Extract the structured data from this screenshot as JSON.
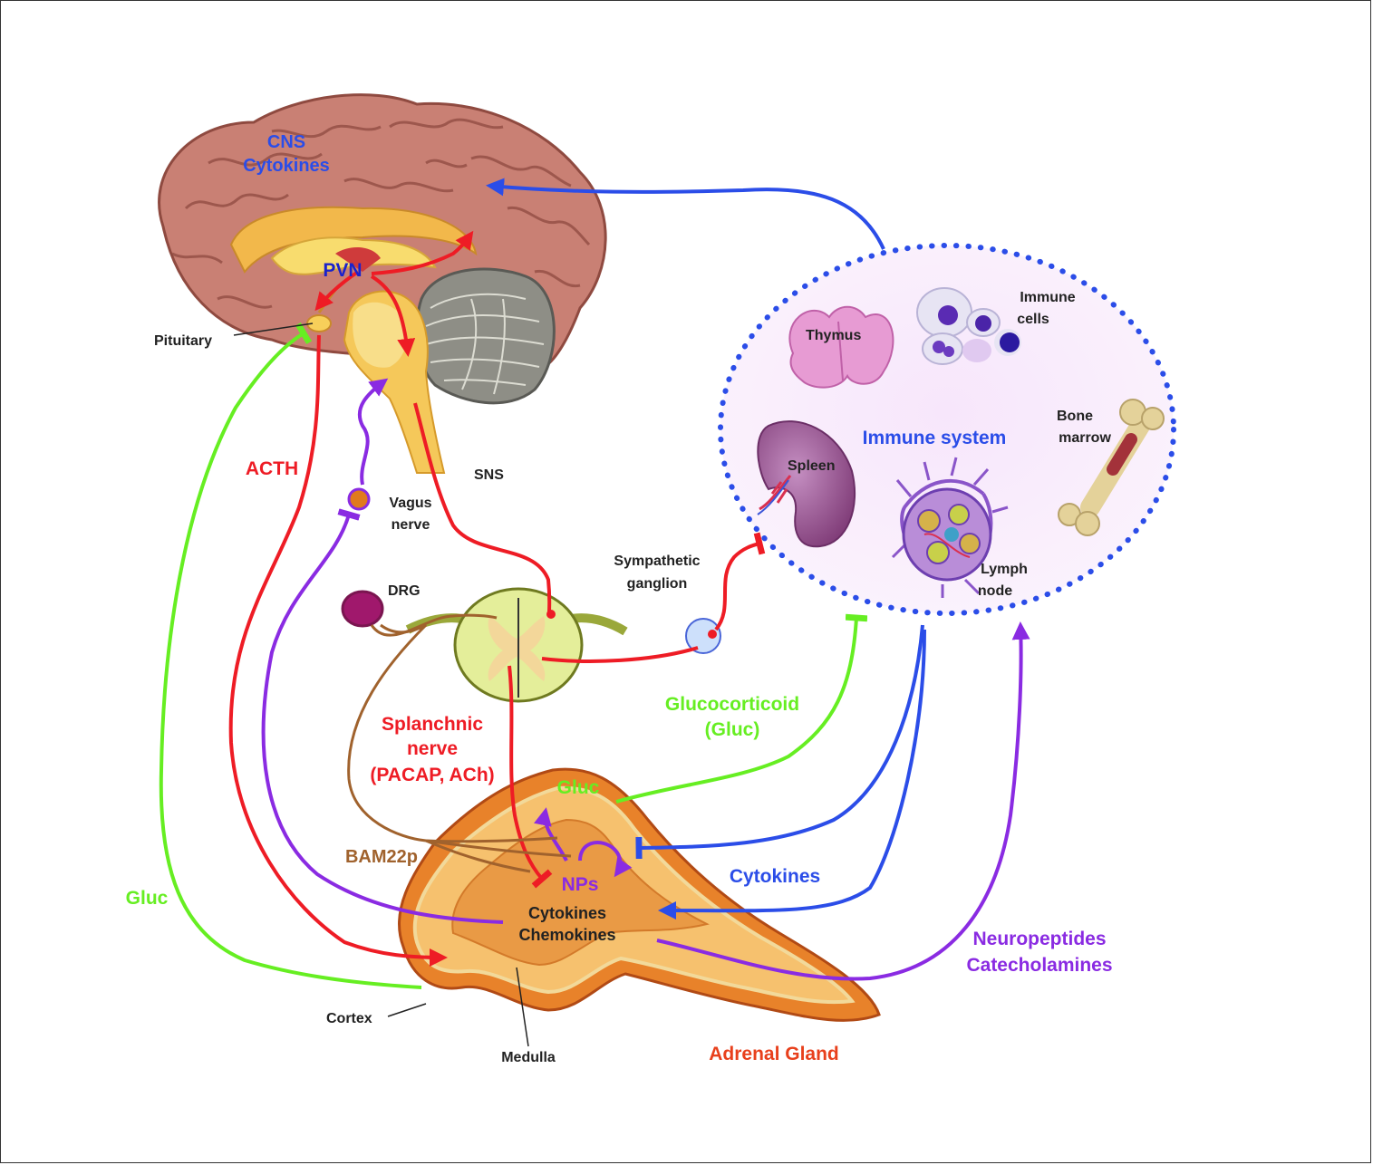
{
  "labels": {
    "cns": "CNS",
    "cytokines_cns": "Cytokines",
    "pvn": "PVN",
    "pituitary": "Pituitary",
    "sns": "SNS",
    "acth": "ACTH",
    "vagus_1": "Vagus",
    "vagus_2": "nerve",
    "drg": "DRG",
    "sympathetic_1": "Sympathetic",
    "sympathetic_2": "ganglion",
    "splanchnic_1": "Splanchnic",
    "splanchnic_2": "nerve",
    "splanchnic_3": "(PACAP, ACh)",
    "bam22p": "BAM22p",
    "gluc_left": "Gluc",
    "gluc_adrenal": "Gluc",
    "glucocorticoid_1": "Glucocorticoid",
    "glucocorticoid_2": "(Gluc)",
    "nps": "NPs",
    "cytokines_adrenal": "Cytokines",
    "chemokines": "Chemokines",
    "cytokines_blue": "Cytokines",
    "neuropeptides": "Neuropeptides",
    "catecholamines": "Catecholamines",
    "cortex": "Cortex",
    "medulla": "Medulla",
    "adrenal_gland": "Adrenal Gland",
    "thymus": "Thymus",
    "immune_cells_1": "Immune",
    "immune_cells_2": "cells",
    "immune_system": "Immune system",
    "bone_1": "Bone",
    "bone_2": "marrow",
    "spleen": "Spleen",
    "lymph_1": "Lymph",
    "lymph_2": "node"
  },
  "colors": {
    "red_pathway": "#ee1c25",
    "blue_pathway": "#2b4de8",
    "purple_pathway": "#8a2be2",
    "green_pathway": "#66ee22",
    "brown_pathway": "#a0622d",
    "adrenal_label": "#e8401c"
  }
}
